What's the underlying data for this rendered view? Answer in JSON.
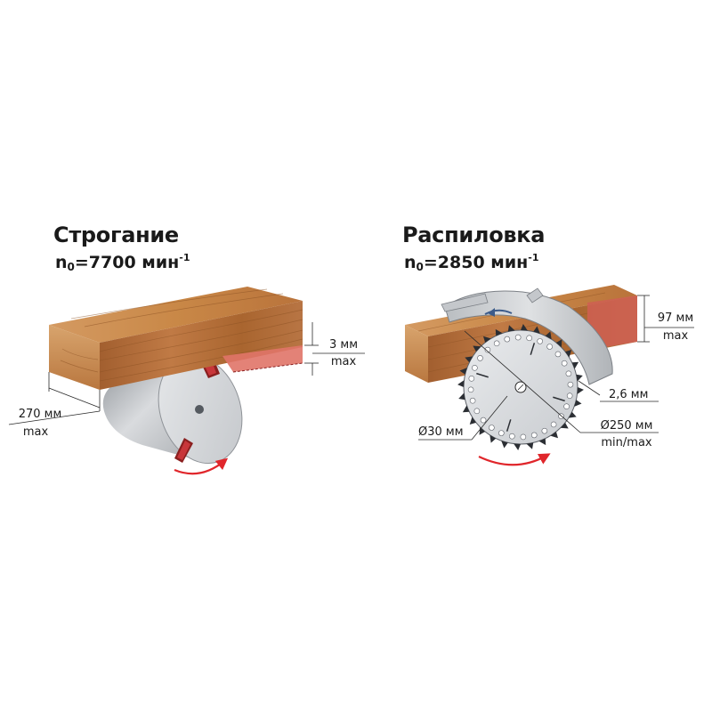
{
  "left": {
    "title": "Строгание",
    "speed_prefix": "n",
    "speed_sub": "0",
    "speed_value": "=7700 мин",
    "speed_sup": "-1",
    "depth_value": "3 мм",
    "depth_note": "max",
    "width_value": "270 мм",
    "width_note": "max"
  },
  "right": {
    "title": "Распиловка",
    "speed_prefix": "n",
    "speed_sub": "0",
    "speed_value": "=2850 мин",
    "speed_sup": "-1",
    "height_value": "97 мм",
    "height_note": "max",
    "kerf_value": "2,6 мм",
    "diameter_value": "Ø250 мм",
    "diameter_note": "min/max",
    "bore_value": "Ø30 мм"
  },
  "colors": {
    "wood_top": "#c07a45",
    "wood_front": "#b06a38",
    "wood_end": "#cf9a62",
    "cut_removed": "#e07468",
    "steel": "#d3d5d8",
    "steel_dark": "#9ea2a7",
    "arrow": "#e0262b",
    "line": "#2a2a2a"
  },
  "icons": [
    "planer-drum-icon",
    "circular-saw-blade-icon",
    "rotation-arrow-icon"
  ]
}
